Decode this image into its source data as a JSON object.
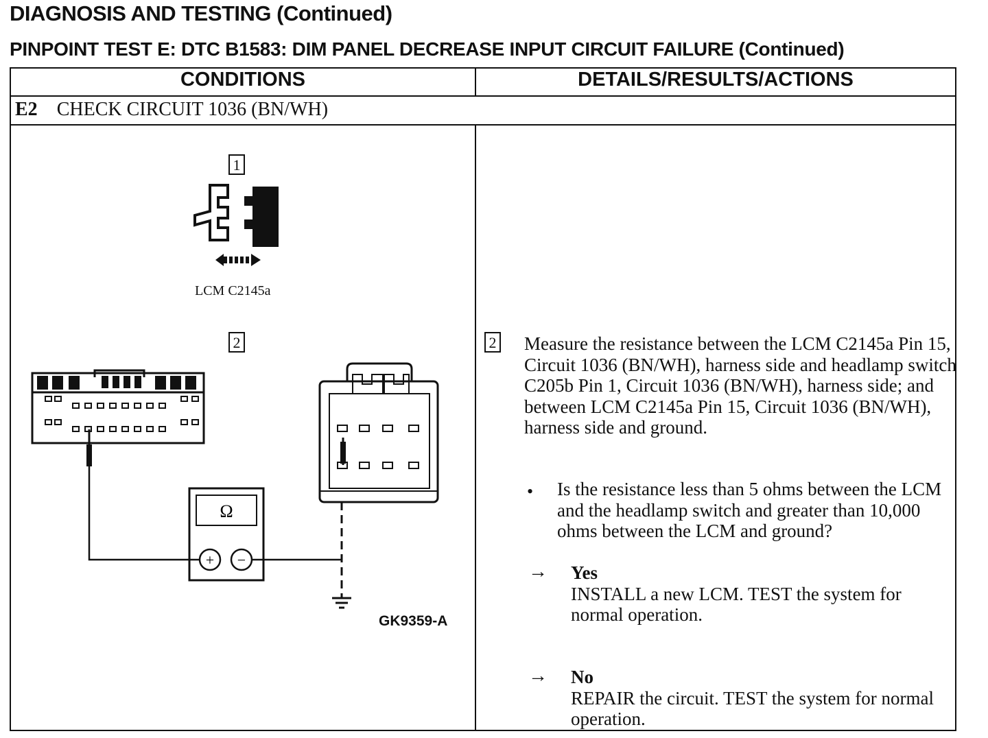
{
  "header": {
    "title": "DIAGNOSIS AND TESTING (Continued)",
    "subtitle": "PINPOINT TEST E: DTC B1583: DIM PANEL DECREASE INPUT CIRCUIT FAILURE (Continued)"
  },
  "table": {
    "col_conditions": "CONDITIONS",
    "col_details": "DETAILS/RESULTS/ACTIONS",
    "step_code": "E2",
    "step_title": "CHECK CIRCUIT 1036 (BN/WH)"
  },
  "diagram": {
    "callout_1": "1",
    "callout_2": "2",
    "connector_label": "LCM C2145a",
    "meter_symbol": "Ω",
    "plus_symbol": "+",
    "minus_symbol": "−",
    "figure_code": "GK9359-A",
    "icons": [
      "connector-disconnect-icon",
      "lcm-connector-icon",
      "headlamp-switch-connector-icon",
      "ohmmeter-icon",
      "ground-symbol-icon"
    ]
  },
  "details": {
    "step_number": "2",
    "instruction": "Measure the resistance between the LCM C2145a Pin 15, Circuit 1036 (BN/WH), harness side and headlamp switch C205b Pin 1, Circuit 1036 (BN/WH), harness side; and between LCM C2145a Pin 15, Circuit 1036 (BN/WH), harness side and ground.",
    "bullet": "•",
    "question": "Is the resistance less than 5 ohms between the LCM and the headlamp switch and greater than 10,000 ohms between the LCM and ground?",
    "arrow_symbol": "→",
    "yes_label": "Yes",
    "yes_action": "INSTALL a new LCM. TEST the system for normal operation.",
    "no_label": "No",
    "no_action": "REPAIR the circuit. TEST the system for normal operation."
  }
}
